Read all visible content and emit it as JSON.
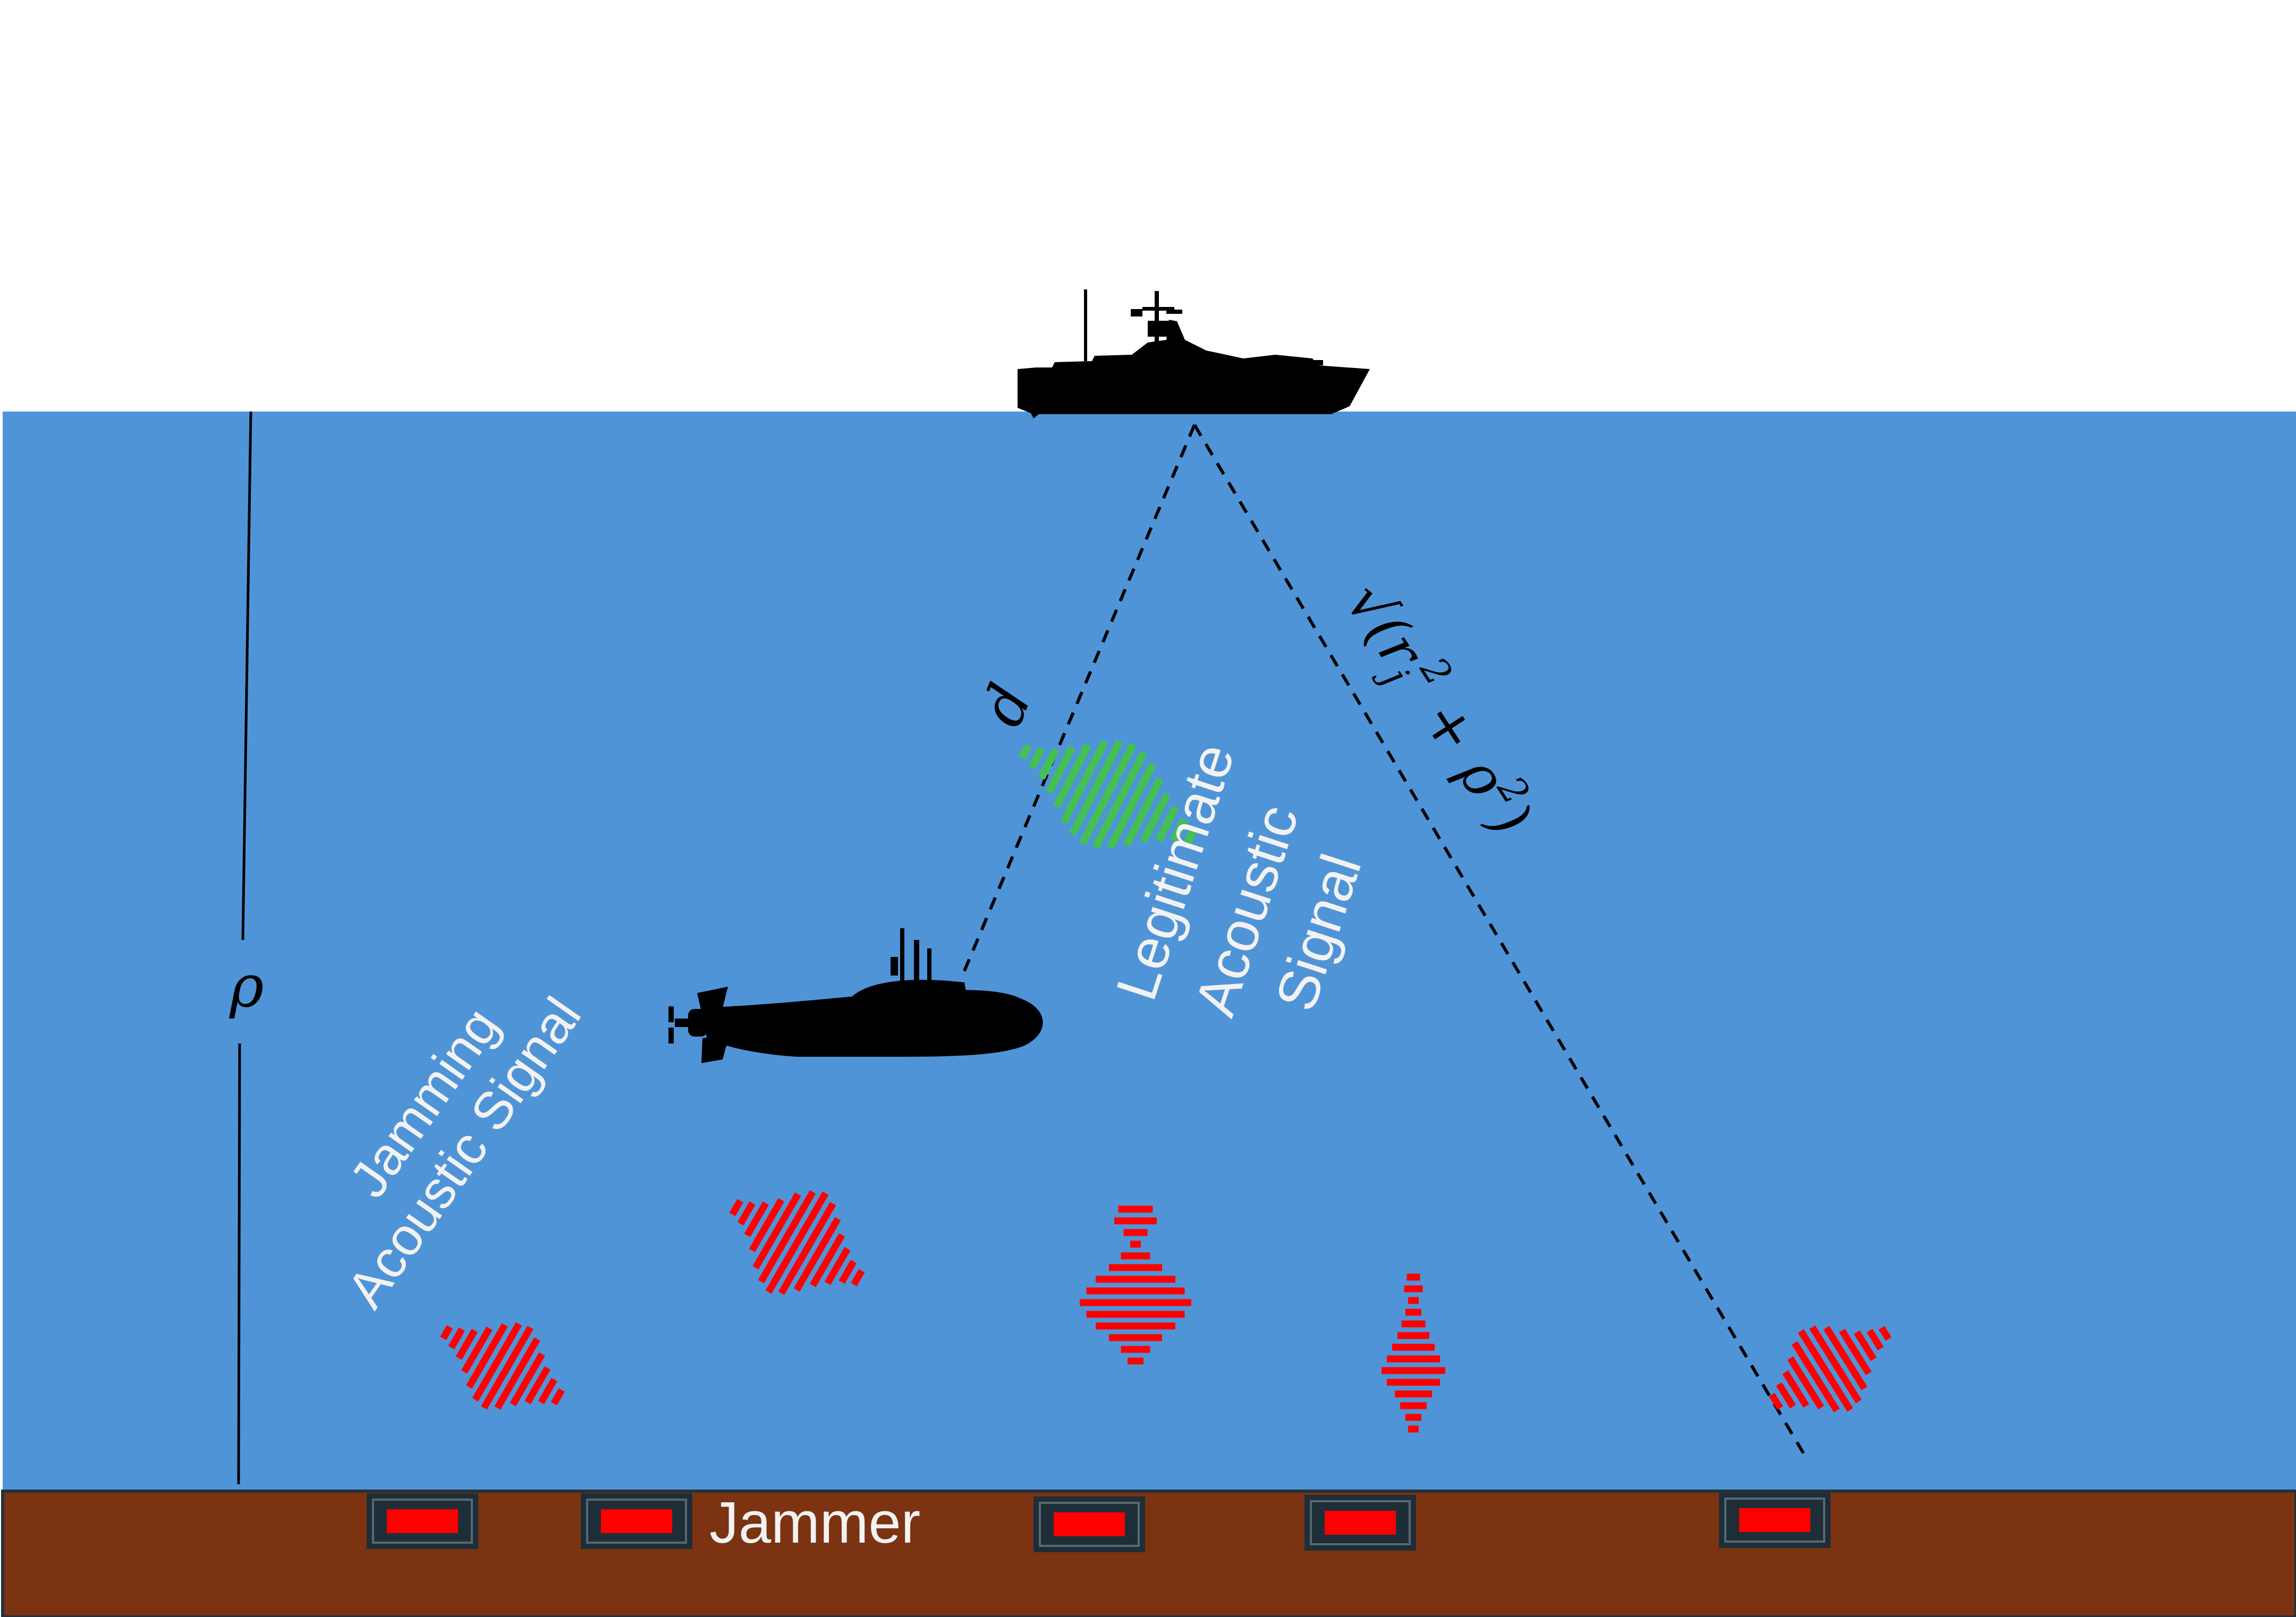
{
  "colors": {
    "water": "#5094d8",
    "seabed": "#7b3311",
    "seabed_edge": "#23313a",
    "jammer_body": "#1e2e38",
    "jammer_light": "#ff0000",
    "legitimate_signal": "#43c150",
    "jamming_signal": "#ff0000",
    "label_light": "#f2f2f2",
    "line": "#000000"
  },
  "labels": {
    "depth_symbol": "ρ",
    "distance_symbol": "d",
    "slant_formula": "√(r",
    "slant_subscript": "j",
    "slant_sup1": "2",
    "slant_rest": " + ρ",
    "slant_sup2": "2",
    "slant_close": ")",
    "legit_line1": "Legitimate",
    "legit_line2": "Acoustic",
    "legit_line3": "Signal",
    "jam_line1": "Jamming",
    "jam_line2": "Acoustic Signal",
    "jammer": "Jammer"
  },
  "icons": {
    "ship": "ship-icon",
    "submarine": "submarine-icon",
    "jammer": "jammer-icon"
  }
}
